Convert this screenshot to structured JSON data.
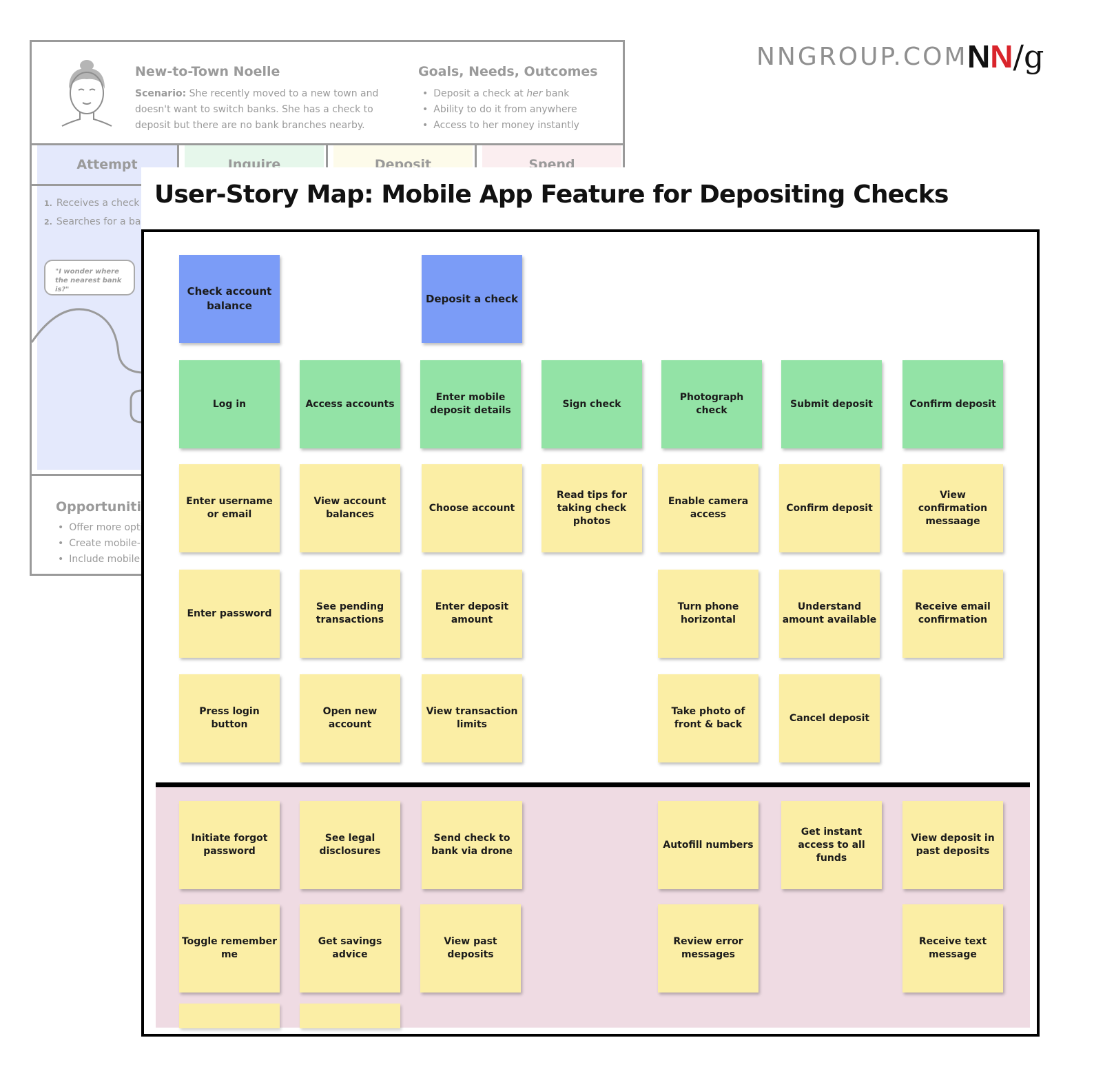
{
  "site": "NNGROUP.COM",
  "logo": {
    "n1": "N",
    "n2": "N",
    "slash": "/",
    "g": "g"
  },
  "journey": {
    "persona_name": "New-to-Town Noelle",
    "scenario_label": "Scenario:",
    "scenario_text": "She recently moved to a new town and doesn't want to switch banks. She has a check to deposit but there are no bank branches nearby.",
    "goals_title": "Goals, Needs, Outcomes",
    "goals": [
      {
        "pre": "Deposit a check at ",
        "em": "her",
        "post": " bank"
      },
      {
        "text": "Ability to do it from anywhere"
      },
      {
        "text": "Access to her money instantly"
      }
    ],
    "phases": [
      "Attempt",
      "Inquire",
      "Deposit",
      "Spend"
    ],
    "phase_colors": [
      "#e4e9fc",
      "#e6f7eb",
      "#fdfbea",
      "#fbeef0"
    ],
    "steps": [
      {
        "num": "1.",
        "text": "Receives a check in the mail"
      },
      {
        "num": "2.",
        "text": "Searches for a bank branch nearby"
      }
    ],
    "quote": "\"I wonder where the nearest bank is?\"",
    "opportunities_title": "Opportunities",
    "opportunities": [
      "Offer more optic",
      "Create mobile-b",
      "Include mobile c"
    ]
  },
  "title": "User-Story Map: Mobile App Feature for Depositing Checks",
  "colors": {
    "activity": "#7b9cf7",
    "task": "#93e3a6",
    "story": "#fbeea5",
    "release_band": "#efdbe3"
  },
  "story_map": {
    "activities": [
      "Check account balance",
      "Deposit a check"
    ],
    "tasks": [
      "Log in",
      "Access accounts",
      "Enter mobile deposit details",
      "Sign check",
      "Photograph check",
      "Submit deposit",
      "Confirm deposit"
    ],
    "stories": {
      "row1": [
        "Enter username or email",
        "View account balances",
        "Choose account",
        "Read tips for taking check photos",
        "Enable camera access",
        "Confirm deposit",
        "View confirmation messaage"
      ],
      "row2": [
        "Enter password",
        "See pending transactions",
        "Enter deposit amount",
        "Turn phone horizontal",
        "Understand amount available",
        "Receive email confirmation"
      ],
      "row3": [
        "Press login button",
        "Open new account",
        "View transaction limits",
        "Take photo of front & back",
        "Cancel deposit"
      ]
    },
    "later": {
      "row1": [
        "Initiate forgot password",
        "See legal disclosures",
        "Send check to bank via drone",
        "Autofill numbers",
        "Get instant access to all funds",
        "View deposit in past deposits"
      ],
      "row2": [
        "Toggle remember me",
        "Get savings advice",
        "View past deposits",
        "Review error messages",
        "Receive text message"
      ]
    }
  }
}
